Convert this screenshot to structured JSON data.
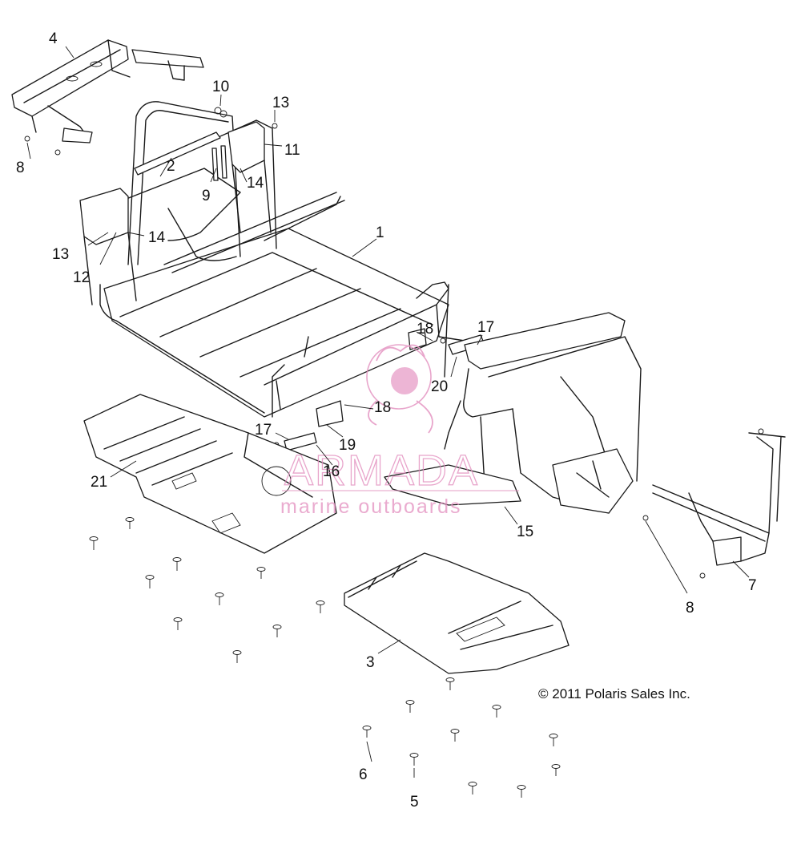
{
  "callouts": [
    {
      "id": "c1",
      "label": "1"
    },
    {
      "id": "c2",
      "label": "2"
    },
    {
      "id": "c3",
      "label": "3"
    },
    {
      "id": "c4",
      "label": "4"
    },
    {
      "id": "c5",
      "label": "5"
    },
    {
      "id": "c6",
      "label": "6"
    },
    {
      "id": "c7",
      "label": "7"
    },
    {
      "id": "c8a",
      "label": "8"
    },
    {
      "id": "c8b",
      "label": "8"
    },
    {
      "id": "c9",
      "label": "9"
    },
    {
      "id": "c10",
      "label": "10"
    },
    {
      "id": "c11",
      "label": "11"
    },
    {
      "id": "c12",
      "label": "12"
    },
    {
      "id": "c13a",
      "label": "13"
    },
    {
      "id": "c13b",
      "label": "13"
    },
    {
      "id": "c14a",
      "label": "14"
    },
    {
      "id": "c14b",
      "label": "14"
    },
    {
      "id": "c15",
      "label": "15"
    },
    {
      "id": "c16",
      "label": "16"
    },
    {
      "id": "c17a",
      "label": "17"
    },
    {
      "id": "c17b",
      "label": "17"
    },
    {
      "id": "c18a",
      "label": "18"
    },
    {
      "id": "c18b",
      "label": "18"
    },
    {
      "id": "c19",
      "label": "19"
    },
    {
      "id": "c20",
      "label": "20"
    },
    {
      "id": "c21",
      "label": "21"
    }
  ],
  "copyright": "© 2011 Polaris Sales Inc.",
  "watermark": {
    "brand": "ARMADA",
    "tagline": "marine outboards",
    "color": "#e38fbf"
  },
  "colors": {
    "line": "#1a1a1a",
    "background": "#ffffff"
  }
}
